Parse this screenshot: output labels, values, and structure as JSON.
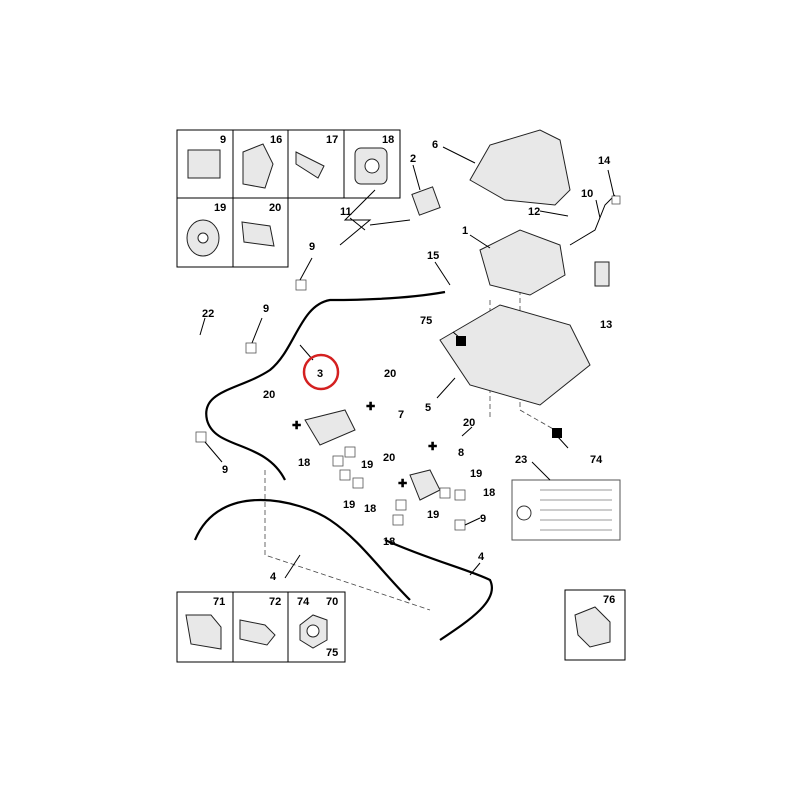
{
  "diagram": {
    "inset_top": {
      "labels": [
        "9",
        "16",
        "17",
        "18",
        "19",
        "20"
      ]
    },
    "inset_bottom": {
      "labels": [
        "71",
        "72",
        "74",
        "70",
        "75"
      ]
    },
    "inset_right": {
      "labels": [
        "76"
      ]
    },
    "callouts": {
      "c1": "1",
      "c2": "2",
      "c3": "3",
      "c4a": "4",
      "c4b": "4",
      "c5": "5",
      "c6": "6",
      "c7": "7",
      "c8": "8",
      "c9a": "9",
      "c9b": "9",
      "c9c": "9",
      "c9d": "9",
      "c10": "10",
      "c11": "11",
      "c12": "12",
      "c13": "13",
      "c14": "14",
      "c15": "15",
      "c18a": "18",
      "c18b": "18",
      "c18c": "18",
      "c18d": "18",
      "c19a": "19",
      "c19b": "19",
      "c19c": "19",
      "c19d": "19",
      "c20a": "20",
      "c20b": "20",
      "c20c": "20",
      "c20d": "20",
      "c22": "22",
      "c23": "23",
      "c74": "74",
      "c75": "75"
    },
    "highlight_color": "#d42020"
  }
}
